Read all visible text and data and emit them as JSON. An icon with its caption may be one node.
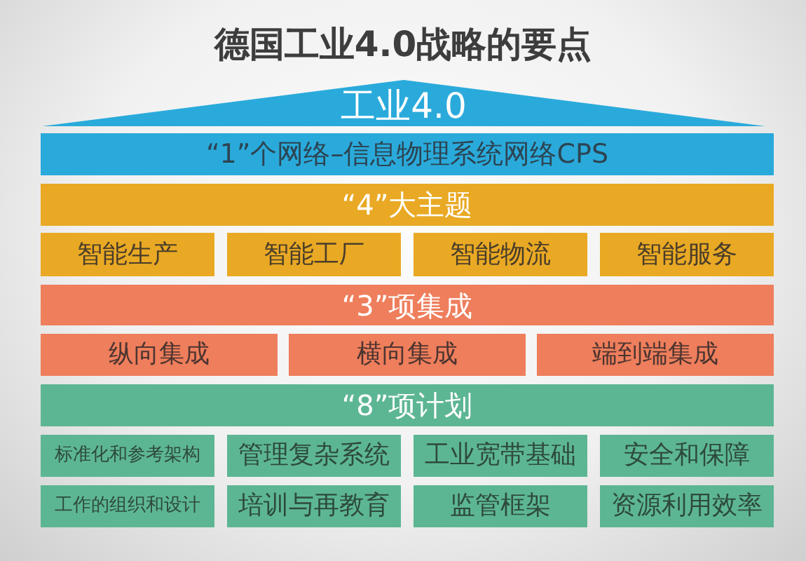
{
  "diagram": {
    "title": "德国工业4.0战略的要点",
    "nodes": [
      {
        "text": [
          "工业4.0"
        ]
      },
      {
        "text": [
          "“1”个网络–信息物理系统网络CPS"
        ]
      },
      {
        "text": [
          "“4”大主题"
        ]
      },
      {
        "text": [
          "智能生产"
        ]
      },
      {
        "text": [
          "智能工厂"
        ]
      },
      {
        "text": [
          "智能物流"
        ]
      },
      {
        "text": [
          "智能服务"
        ]
      },
      {
        "text": [
          "“3”项集成"
        ]
      },
      {
        "text": [
          "纵向集成"
        ]
      },
      {
        "text": [
          "横向集成"
        ]
      },
      {
        "text": [
          "端到端集成"
        ]
      },
      {
        "text": [
          "“8”项计划"
        ]
      },
      {
        "text": [
          "标准化和参考架构"
        ]
      },
      {
        "text": [
          "管理复杂系统"
        ]
      },
      {
        "text": [
          "工业宽带基础"
        ]
      },
      {
        "text": [
          "安全和保障"
        ]
      },
      {
        "text": [
          "工作的组织和设计"
        ]
      },
      {
        "text": [
          "培训与再教育"
        ]
      },
      {
        "text": [
          "监管框架"
        ]
      },
      {
        "text": [
          "资源利用效率"
        ]
      }
    ],
    "edges": []
  }
}
